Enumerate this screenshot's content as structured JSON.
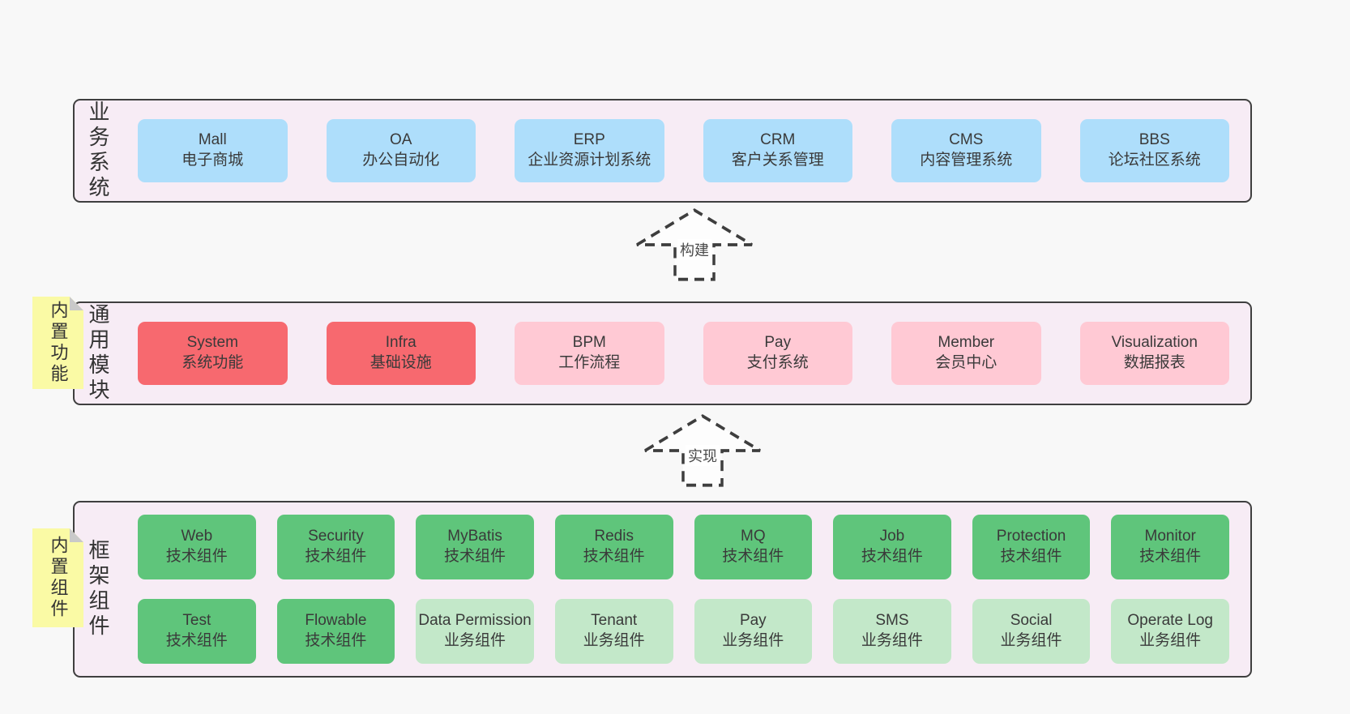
{
  "colors": {
    "page_bg": "#f8f8f8",
    "band_bg": "#f7ecf5",
    "band_border": "#3f3f3f",
    "box_text": "#3a3a3a",
    "blue": "#aedefb",
    "red": "#f7696f",
    "pink": "#ffc9d4",
    "green_dark": "#5fc57b",
    "green_light": "#c3e8c9",
    "sticky": "#fafaa5",
    "sticky_fold": "#c9c9c9",
    "arrow": "#3e3e3e"
  },
  "bands": [
    {
      "label": "业务系统",
      "boxes": [
        {
          "title": "Mall",
          "subtitle": "电子商城",
          "variant": "blue"
        },
        {
          "title": "OA",
          "subtitle": "办公自动化",
          "variant": "blue"
        },
        {
          "title": "ERP",
          "subtitle": "企业资源计划系统",
          "variant": "blue"
        },
        {
          "title": "CRM",
          "subtitle": "客户关系管理",
          "variant": "blue"
        },
        {
          "title": "CMS",
          "subtitle": "内容管理系统",
          "variant": "blue"
        },
        {
          "title": "BBS",
          "subtitle": "论坛社区系统",
          "variant": "blue"
        }
      ]
    },
    {
      "label": "通用模块",
      "sticky_note": "内置功能",
      "boxes": [
        {
          "title": "System",
          "subtitle": "系统功能",
          "variant": "red"
        },
        {
          "title": "Infra",
          "subtitle": "基础设施",
          "variant": "red"
        },
        {
          "title": "BPM",
          "subtitle": "工作流程",
          "variant": "pink"
        },
        {
          "title": "Pay",
          "subtitle": "支付系统",
          "variant": "pink"
        },
        {
          "title": "Member",
          "subtitle": "会员中心",
          "variant": "pink"
        },
        {
          "title": "Visualization",
          "subtitle": "数据报表",
          "variant": "pink"
        }
      ]
    },
    {
      "label": "框架组件",
      "sticky_note": "内置组件",
      "boxes": [
        {
          "title": "Web",
          "subtitle": "技术组件",
          "variant": "green-dark"
        },
        {
          "title": "Security",
          "subtitle": "技术组件",
          "variant": "green-dark"
        },
        {
          "title": "MyBatis",
          "subtitle": "技术组件",
          "variant": "green-dark"
        },
        {
          "title": "Redis",
          "subtitle": "技术组件",
          "variant": "green-dark"
        },
        {
          "title": "MQ",
          "subtitle": "技术组件",
          "variant": "green-dark"
        },
        {
          "title": "Job",
          "subtitle": "技术组件",
          "variant": "green-dark"
        },
        {
          "title": "Protection",
          "subtitle": "技术组件",
          "variant": "green-dark"
        },
        {
          "title": "Monitor",
          "subtitle": "技术组件",
          "variant": "green-dark"
        },
        {
          "title": "Test",
          "subtitle": "技术组件",
          "variant": "green-dark"
        },
        {
          "title": "Flowable",
          "subtitle": "技术组件",
          "variant": "green-dark"
        },
        {
          "title": "Data Permission",
          "subtitle": "业务组件",
          "variant": "green-light"
        },
        {
          "title": "Tenant",
          "subtitle": "业务组件",
          "variant": "green-light"
        },
        {
          "title": "Pay",
          "subtitle": "业务组件",
          "variant": "green-light"
        },
        {
          "title": "SMS",
          "subtitle": "业务组件",
          "variant": "green-light"
        },
        {
          "title": "Social",
          "subtitle": "业务组件",
          "variant": "green-light"
        },
        {
          "title": "Operate Log",
          "subtitle": "业务组件",
          "variant": "green-light"
        }
      ]
    }
  ],
  "arrows": [
    {
      "label": "构建"
    },
    {
      "label": "实现"
    }
  ]
}
